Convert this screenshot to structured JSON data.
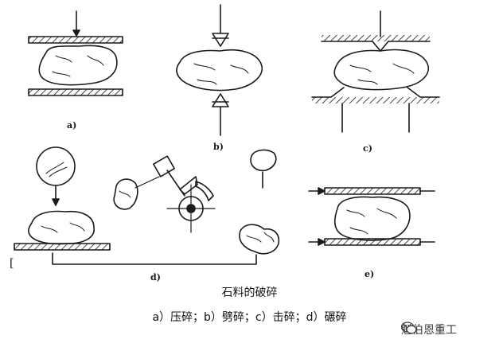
{
  "labels": {
    "a": "a)",
    "b": "b)",
    "c": "c)",
    "d": "d)",
    "e": "e)",
    "bracket": "["
  },
  "caption": {
    "title": "石料的破碎",
    "legend": "a）压碎；b）劈碎；c）击碎；d）碾碎"
  },
  "watermark": {
    "text": "魁伯恩重工",
    "icon": "wechat-icon"
  },
  "colors": {
    "ink": "#1a1a1a",
    "background": "#ffffff"
  }
}
